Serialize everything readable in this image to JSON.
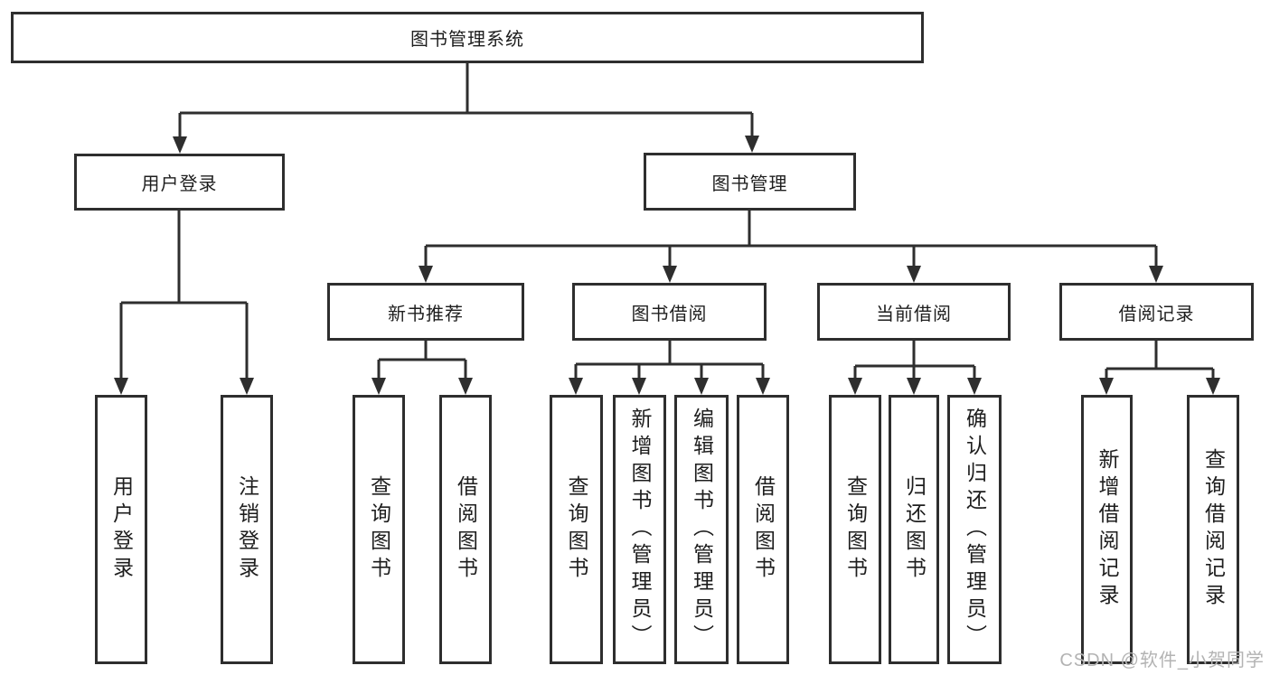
{
  "diagram": {
    "title": "图书管理系统",
    "type": "function-structure-tree",
    "colors": {
      "line": "#2e2e2e",
      "box_border": "#2e2e2e",
      "text": "#1e1e1e",
      "watermark": "#b3b3b3",
      "background": "#ffffff"
    }
  },
  "nodes": {
    "root": {
      "label": "图书管理系统"
    },
    "branches": [
      {
        "label": "用户登录"
      },
      {
        "label": "图书管理"
      }
    ],
    "modules": [
      {
        "label": "新书推荐",
        "parent": "图书管理"
      },
      {
        "label": "图书借阅",
        "parent": "图书管理"
      },
      {
        "label": "当前借阅",
        "parent": "图书管理"
      },
      {
        "label": "借阅记录",
        "parent": "图书管理"
      }
    ],
    "functions": [
      {
        "label": "用户登录",
        "parent": "用户登录"
      },
      {
        "label": "注销登录",
        "parent": "用户登录"
      },
      {
        "label": "查询图书",
        "parent": "新书推荐"
      },
      {
        "label": "借阅图书",
        "parent": "新书推荐"
      },
      {
        "label": "查询图书",
        "parent": "图书借阅"
      },
      {
        "label": "新增图书（管理员）",
        "parent": "图书借阅"
      },
      {
        "label": "编辑图书（管理员）",
        "parent": "图书借阅"
      },
      {
        "label": "借阅图书",
        "parent": "图书借阅"
      },
      {
        "label": "查询图书",
        "parent": "当前借阅"
      },
      {
        "label": "归还图书",
        "parent": "当前借阅"
      },
      {
        "label": "确认归还（管理员）",
        "parent": "当前借阅"
      },
      {
        "label": "新增借阅记录",
        "parent": "借阅记录"
      },
      {
        "label": "查询借阅记录",
        "parent": "借阅记录"
      }
    ]
  },
  "watermark": {
    "text": "CSDN @软件_小贺同学"
  }
}
